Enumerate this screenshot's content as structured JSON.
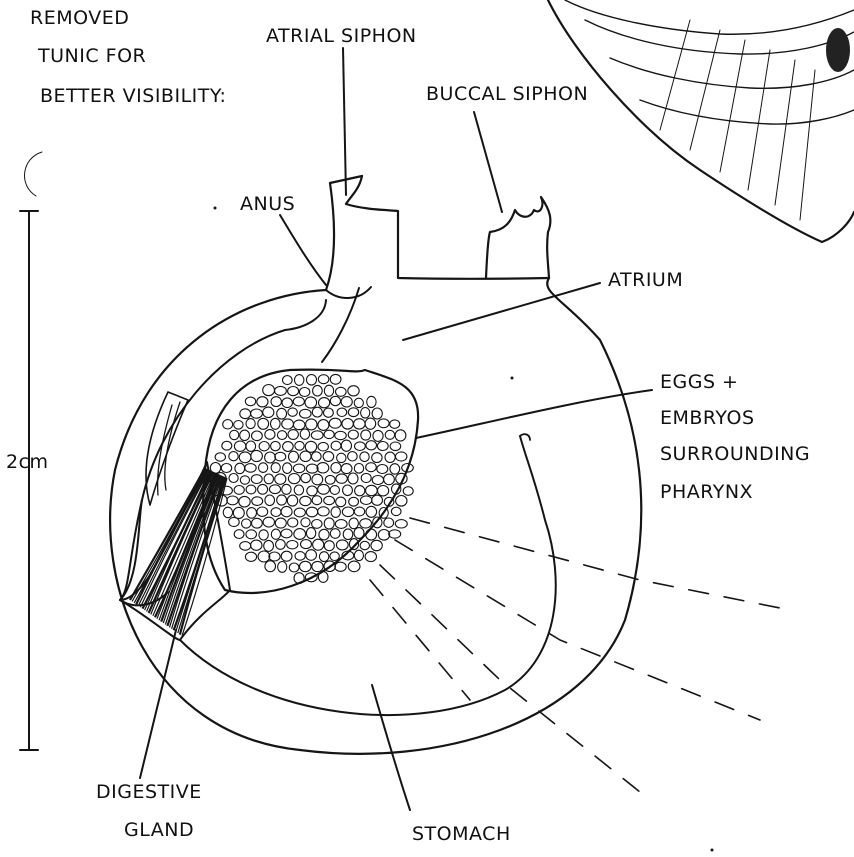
{
  "note": {
    "lines": [
      "REMOVED",
      "TUNIC FOR",
      "BETTER VISIBILITY:"
    ]
  },
  "labels": {
    "atrial_siphon": "ATRIAL SIPHON",
    "buccal_siphon": "BUCCAL SIPHON",
    "anus": "ANUS",
    "atrium": "ATRIUM",
    "eggs": [
      "EGGS +",
      "EMBRYOS",
      "SURROUNDING",
      "PHARYNX"
    ],
    "digestive_gland": [
      "DIGESTIVE",
      "GLAND"
    ],
    "stomach": "STOMACH"
  },
  "scale": {
    "label": "2cm"
  },
  "colors": {
    "ink": "#151515",
    "background": "#ffffff"
  }
}
